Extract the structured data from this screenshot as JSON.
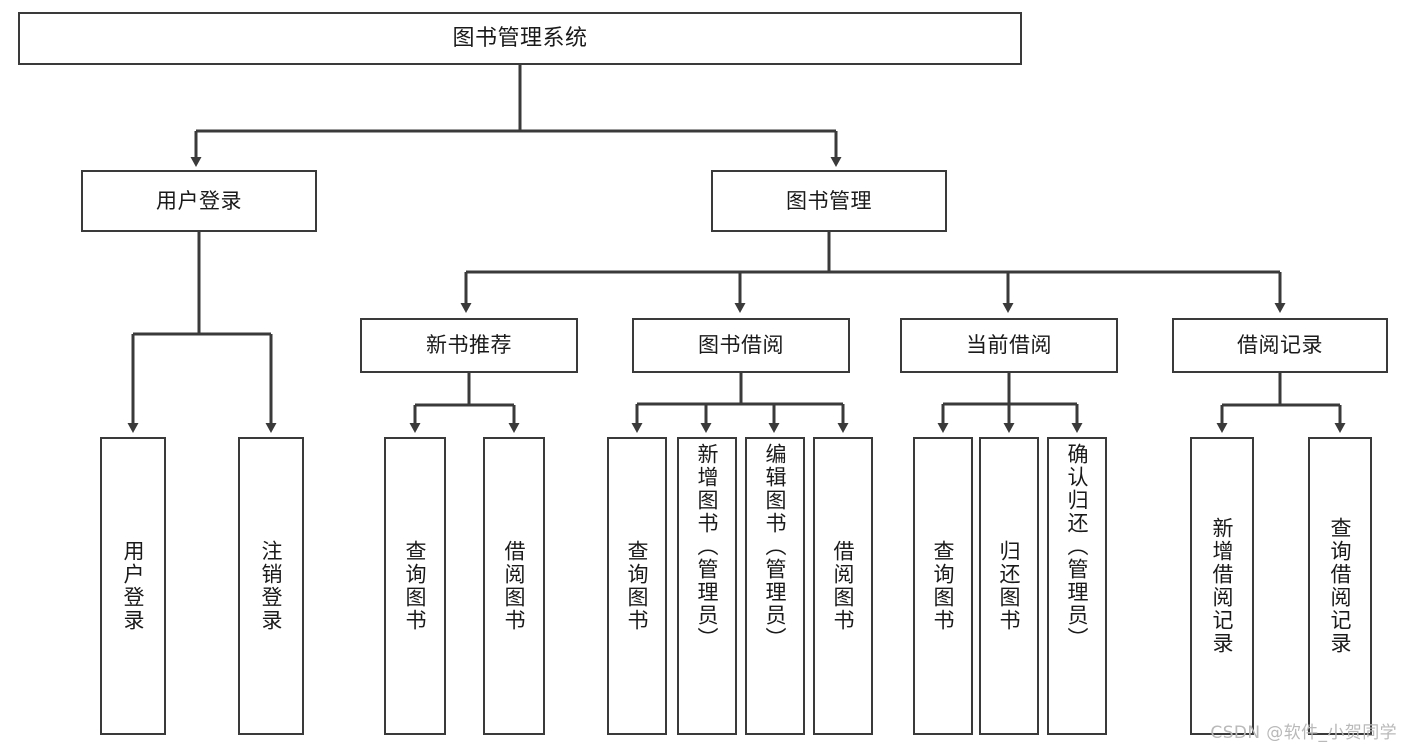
{
  "diagram": {
    "title": "图书管理系统",
    "type": "tree-hierarchy-diagram",
    "orientation": "top-down",
    "colors": {
      "box_border": "#3a3a3a",
      "box_fill": "#ffffff",
      "edge": "#3a3a3a",
      "text": "#1a1a1a",
      "watermark": "#b9b9b9"
    }
  },
  "nodes": {
    "root": {
      "label": "图书管理系统"
    },
    "level2": [
      {
        "id": "user-login",
        "label": "用户登录"
      },
      {
        "id": "book-management",
        "label": "图书管理"
      }
    ],
    "level3": [
      {
        "id": "new-book-recommend",
        "label": "新书推荐"
      },
      {
        "id": "book-borrow",
        "label": "图书借阅"
      },
      {
        "id": "current-borrow",
        "label": "当前借阅"
      },
      {
        "id": "borrow-record",
        "label": "借阅记录"
      }
    ],
    "leaves": {
      "user-login": [
        {
          "id": "leaf-user-login",
          "label": "用户登录"
        },
        {
          "id": "leaf-logout-login",
          "label": "注销登录"
        }
      ],
      "new-book-recommend": [
        {
          "id": "leaf-query-book-1",
          "label": "查询图书"
        },
        {
          "id": "leaf-borrow-book-1",
          "label": "借阅图书"
        }
      ],
      "book-borrow": [
        {
          "id": "leaf-query-book-2",
          "label": "查询图书"
        },
        {
          "id": "leaf-add-book",
          "label": "新增图书（管理员）"
        },
        {
          "id": "leaf-edit-book",
          "label": "编辑图书（管理员）"
        },
        {
          "id": "leaf-borrow-book-2",
          "label": "借阅图书"
        }
      ],
      "current-borrow": [
        {
          "id": "leaf-query-book-3",
          "label": "查询图书"
        },
        {
          "id": "leaf-return-book",
          "label": "归还图书"
        },
        {
          "id": "leaf-confirm-return",
          "label": "确认归还（管理员）"
        }
      ],
      "borrow-record": [
        {
          "id": "leaf-add-record",
          "label": "新增借阅记录"
        },
        {
          "id": "leaf-query-record",
          "label": "查询借阅记录"
        }
      ]
    }
  },
  "watermark": {
    "text": "CSDN @软件_小贺同学"
  }
}
